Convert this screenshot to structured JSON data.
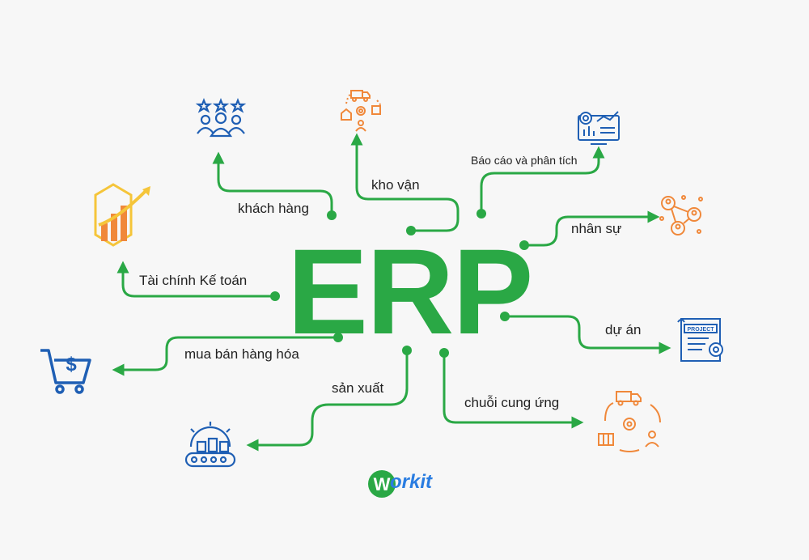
{
  "center": {
    "title": "ERP"
  },
  "modules": {
    "customers": "khách hàng",
    "logistics": "kho vận",
    "reports": "Báo cáo và phân tích",
    "hr": "nhân sự",
    "finance": "Tài chính Kế toán",
    "projects": "dự án",
    "trading": "mua bán hàng hóa",
    "production": "sản xuất",
    "supply_chain": "chuỗi cung ứng"
  },
  "icons": {
    "customers": "customer-rating-icon",
    "logistics": "logistics-cycle-icon",
    "reports": "analytics-dashboard-icon",
    "hr": "people-network-icon",
    "finance": "growth-chart-icon",
    "projects": "project-document-icon",
    "trading": "shopping-cart-dollar-icon",
    "production": "factory-conveyor-icon",
    "supply_chain": "supply-chain-cycle-icon"
  },
  "project_icon_text": "PROJECT",
  "brand": {
    "logo_text": "orkit",
    "logo_letter": "W"
  },
  "colors": {
    "green": "#2aa845",
    "blue": "#1f5fb4",
    "orange": "#f0883a",
    "background": "#f7f7f7"
  }
}
